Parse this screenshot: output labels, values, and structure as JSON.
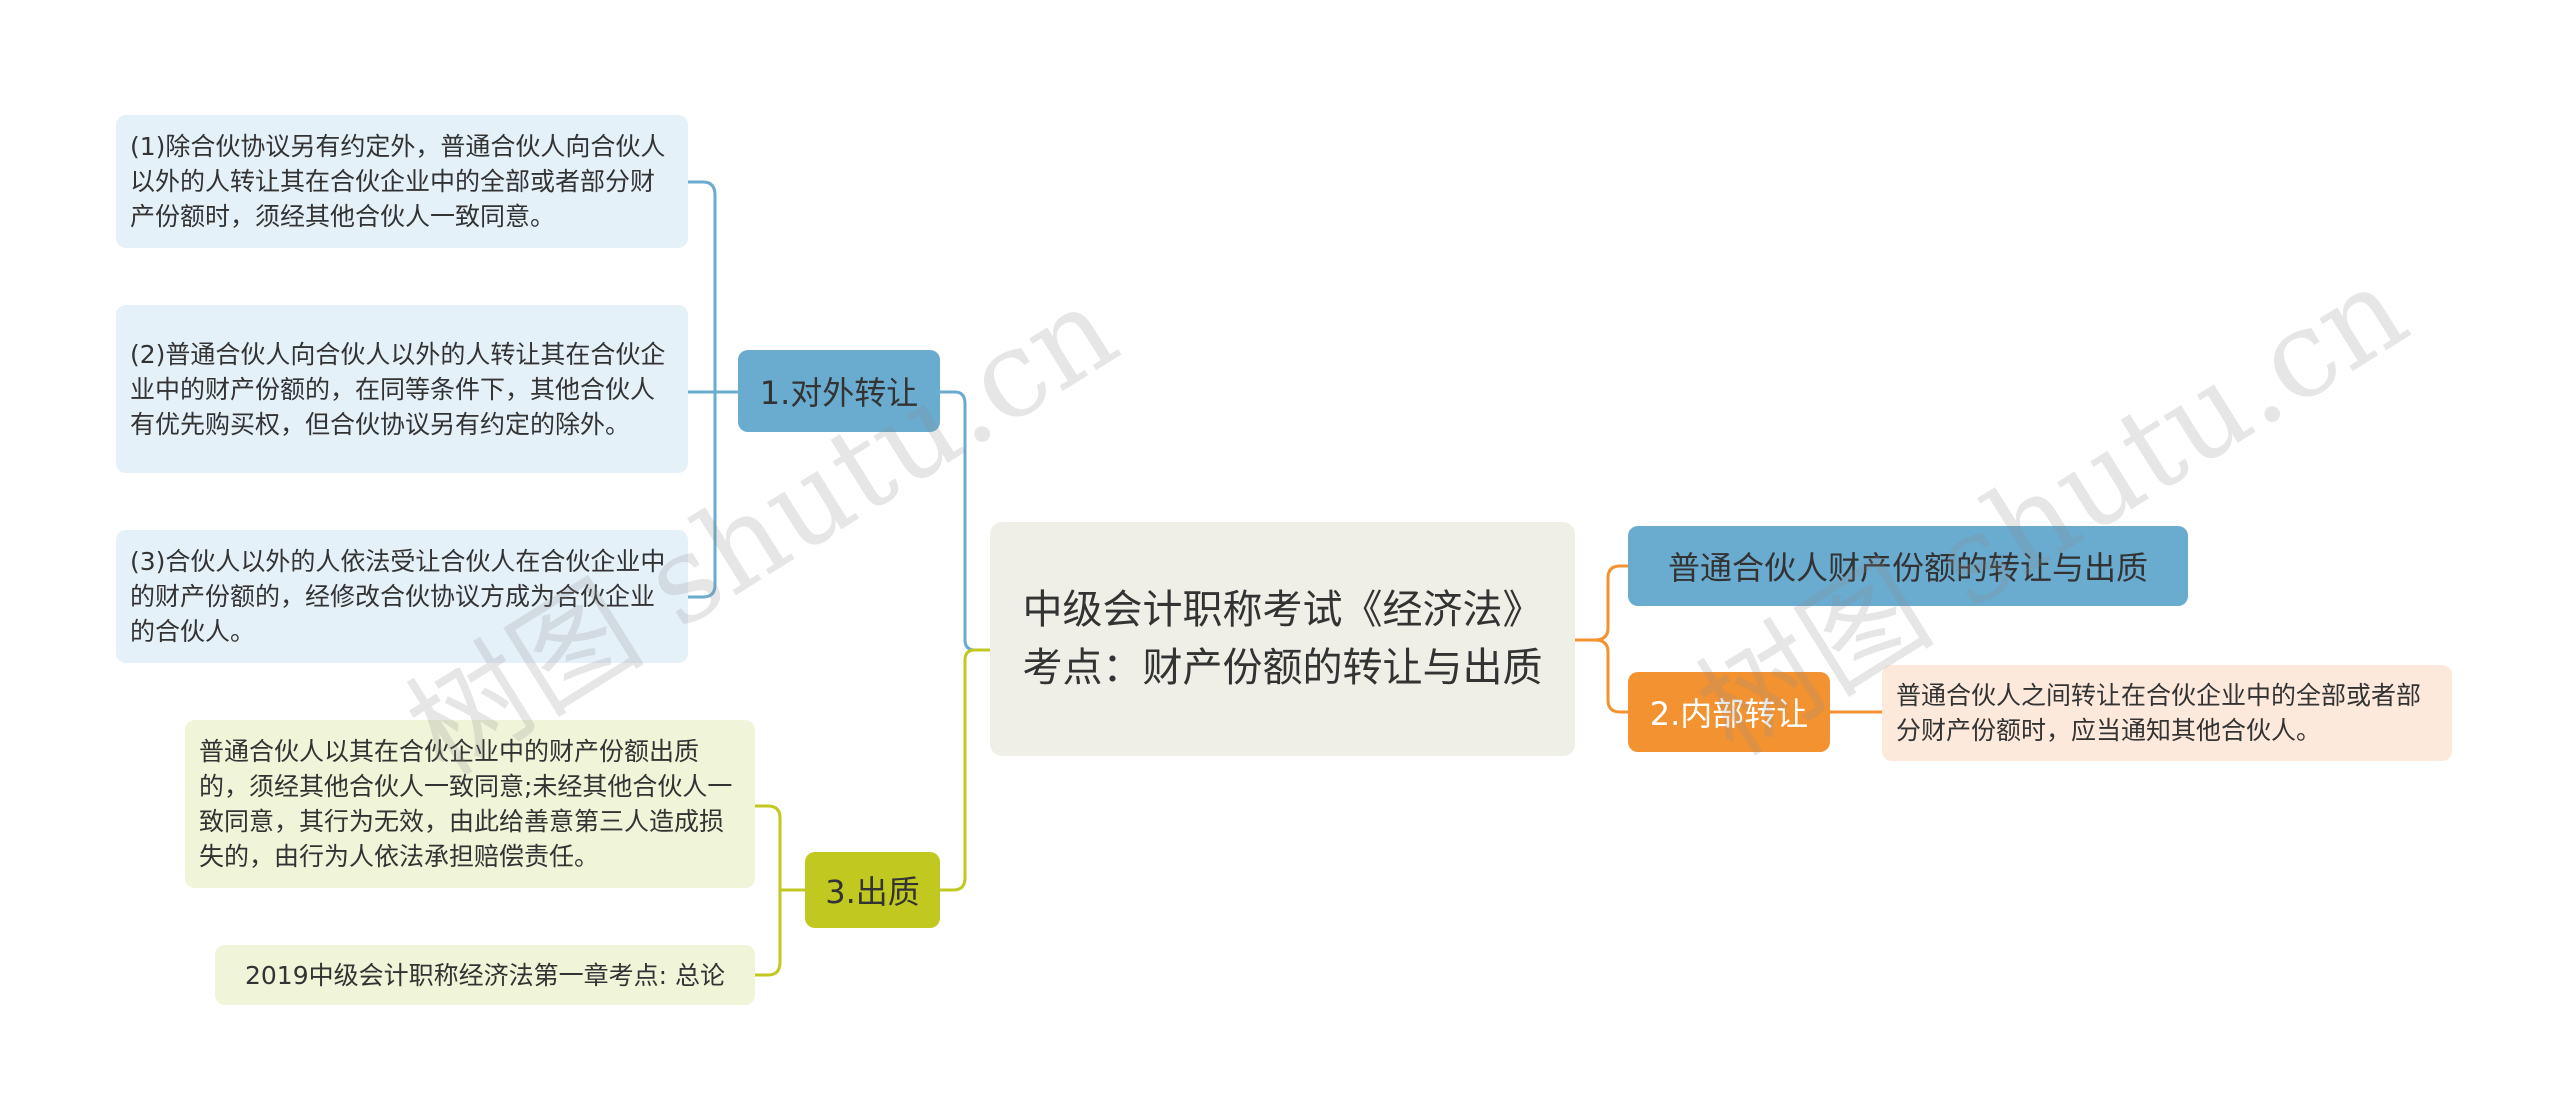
{
  "center": {
    "title": "中级会计职称考试《经济法》考点：财产份额的转让与出质"
  },
  "branches": {
    "external": {
      "label": "1.对外转让",
      "items": [
        "(1)除合伙协议另有约定外，普通合伙人向合伙人以外的人转让其在合伙企业中的全部或者部分财产份额时，须经其他合伙人一致同意。",
        "(2)普通合伙人向合伙人以外的人转让其在合伙企业中的财产份额的，在同等条件下，其他合伙人有优先购买权，但合伙协议另有约定的除外。",
        "(3)合伙人以外的人依法受让合伙人在合伙企业中的财产份额的，经修改合伙协议方成为合伙企业的合伙人。"
      ]
    },
    "pledge": {
      "label": "3.出质",
      "items": [
        "普通合伙人以其在合伙企业中的财产份额出质的，须经其他合伙人一致同意;未经其他合伙人一致同意，其行为无效，由此给善意第三人造成损失的，由行为人依法承担赔偿责任。",
        "2019中级会计职称经济法第一章考点: 总论"
      ]
    },
    "topic": {
      "label": "普通合伙人财产份额的转让与出质"
    },
    "internal": {
      "label": "2.内部转让",
      "items": [
        "普通合伙人之间转让在合伙企业中的全部或者部分财产份额时，应当通知其他合伙人。"
      ]
    }
  },
  "watermark": {
    "text": "树图 shutu.cn"
  },
  "colors": {
    "blue": "#6aabd0",
    "orange": "#f39230",
    "green": "#c1c921",
    "center_bg": "#efefe8"
  }
}
